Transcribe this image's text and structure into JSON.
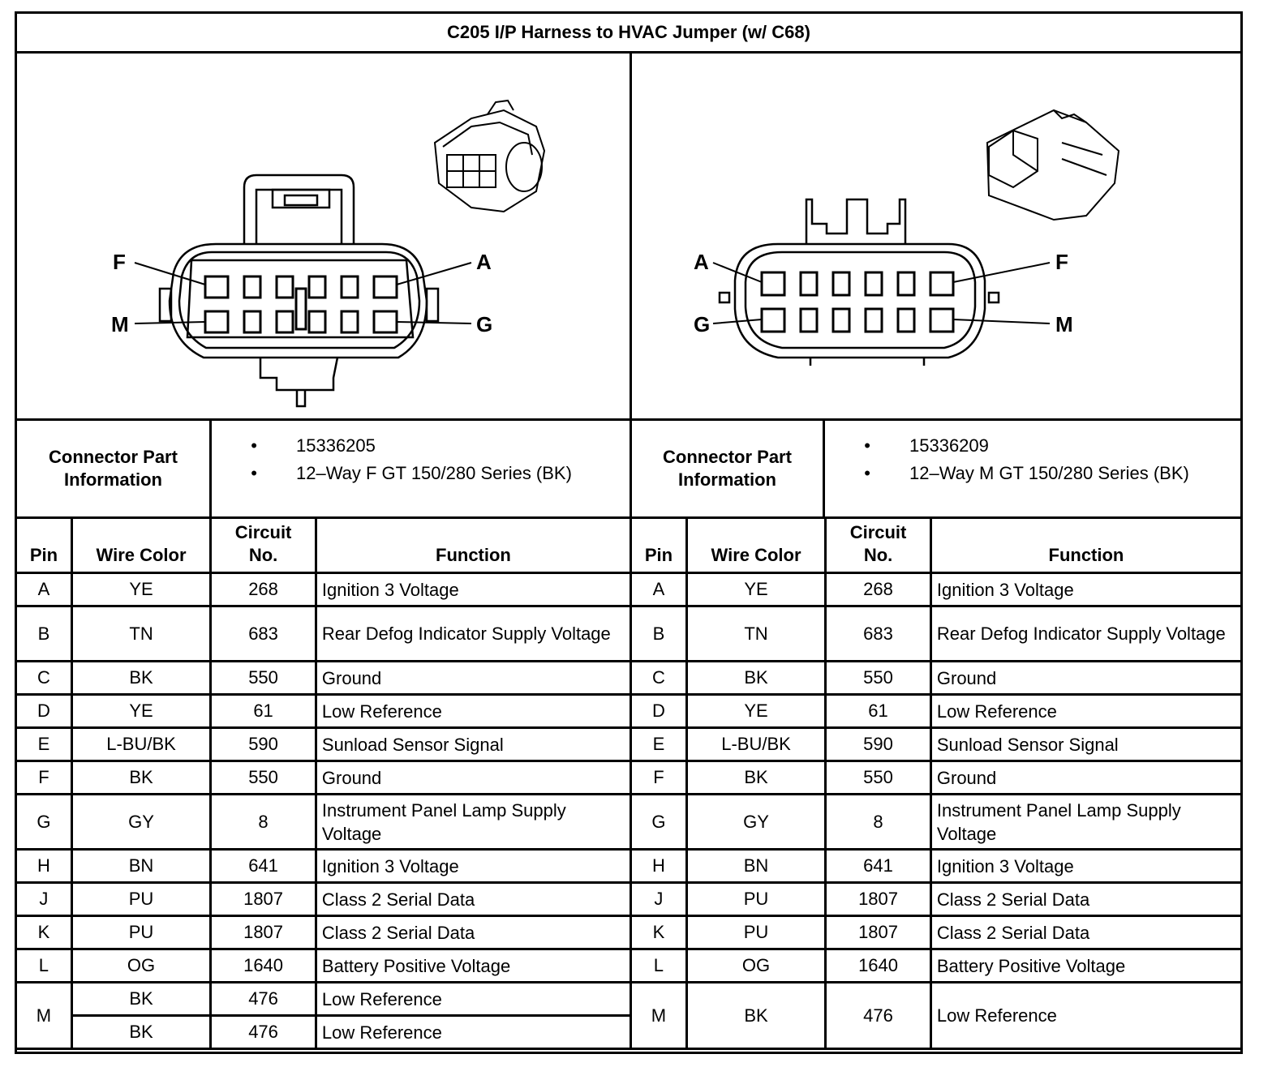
{
  "title": "C205 I/P Harness to HVAC Jumper (w/ C68)",
  "connectors": [
    {
      "pin_labels": {
        "top_left": "F",
        "top_right": "A",
        "bottom_left": "M",
        "bottom_right": "G"
      },
      "info_label_line1": "Connector Part",
      "info_label_line2": "Information",
      "bullet": "•",
      "part_number": "15336205",
      "description": "12–Way F GT 150/280 Series (BK)",
      "headers": {
        "pin": "Pin",
        "wire_color": "Wire Color",
        "circuit_line1": "Circuit",
        "circuit_line2": "No.",
        "function": "Function"
      },
      "rows": [
        {
          "pin": "A",
          "color": "YE",
          "circuit": "268",
          "function": "Ignition 3 Voltage"
        },
        {
          "pin": "B",
          "color": "TN",
          "circuit": "683",
          "function": "Rear Defog Indicator Supply Voltage"
        },
        {
          "pin": "C",
          "color": "BK",
          "circuit": "550",
          "function": "Ground"
        },
        {
          "pin": "D",
          "color": "YE",
          "circuit": "61",
          "function": "Low Reference"
        },
        {
          "pin": "E",
          "color": "L-BU/BK",
          "circuit": "590",
          "function": "Sunload Sensor Signal"
        },
        {
          "pin": "F",
          "color": "BK",
          "circuit": "550",
          "function": "Ground"
        },
        {
          "pin": "G",
          "color": "GY",
          "circuit": "8",
          "function": "Instrument Panel Lamp Supply Voltage"
        },
        {
          "pin": "H",
          "color": "BN",
          "circuit": "641",
          "function": "Ignition 3 Voltage"
        },
        {
          "pin": "J",
          "color": "PU",
          "circuit": "1807",
          "function": "Class 2 Serial Data"
        },
        {
          "pin": "K",
          "color": "PU",
          "circuit": "1807",
          "function": "Class 2 Serial Data"
        },
        {
          "pin": "L",
          "color": "OG",
          "circuit": "1640",
          "function": "Battery Positive Voltage"
        },
        {
          "pin": "M",
          "color": "BK",
          "circuit": "476",
          "function": "Low Reference"
        },
        {
          "pin": "",
          "color": "BK",
          "circuit": "476",
          "function": "Low Reference"
        }
      ]
    },
    {
      "pin_labels": {
        "top_left": "A",
        "top_right": "F",
        "bottom_left": "G",
        "bottom_right": "M"
      },
      "info_label_line1": "Connector Part",
      "info_label_line2": "Information",
      "bullet": "•",
      "part_number": "15336209",
      "description": "12–Way M GT 150/280 Series (BK)",
      "headers": {
        "pin": "Pin",
        "wire_color": "Wire Color",
        "circuit_line1": "Circuit",
        "circuit_line2": "No.",
        "function": "Function"
      },
      "rows": [
        {
          "pin": "A",
          "color": "YE",
          "circuit": "268",
          "function": "Ignition 3 Voltage"
        },
        {
          "pin": "B",
          "color": "TN",
          "circuit": "683",
          "function": "Rear Defog Indicator Supply Voltage"
        },
        {
          "pin": "C",
          "color": "BK",
          "circuit": "550",
          "function": "Ground"
        },
        {
          "pin": "D",
          "color": "YE",
          "circuit": "61",
          "function": "Low Reference"
        },
        {
          "pin": "E",
          "color": "L-BU/BK",
          "circuit": "590",
          "function": "Sunload Sensor Signal"
        },
        {
          "pin": "F",
          "color": "BK",
          "circuit": "550",
          "function": "Ground"
        },
        {
          "pin": "G",
          "color": "GY",
          "circuit": "8",
          "function": "Instrument Panel Lamp Supply Voltage"
        },
        {
          "pin": "H",
          "color": "BN",
          "circuit": "641",
          "function": "Ignition 3 Voltage"
        },
        {
          "pin": "J",
          "color": "PU",
          "circuit": "1807",
          "function": "Class 2 Serial Data"
        },
        {
          "pin": "K",
          "color": "PU",
          "circuit": "1807",
          "function": "Class 2 Serial Data"
        },
        {
          "pin": "L",
          "color": "OG",
          "circuit": "1640",
          "function": "Battery Positive Voltage"
        },
        {
          "pin": "M",
          "color": "BK",
          "circuit": "476",
          "function": "Low Reference"
        }
      ]
    }
  ]
}
